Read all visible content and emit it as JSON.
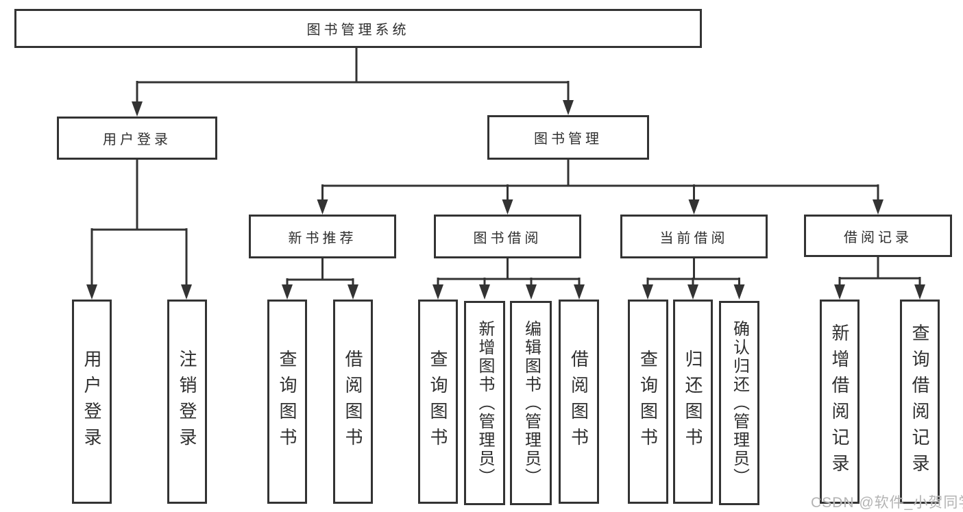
{
  "diagram": {
    "root": "图书管理系统",
    "level2": [
      {
        "label": "用户登录"
      },
      {
        "label": "图书管理"
      }
    ],
    "level3": [
      {
        "label": "新书推荐"
      },
      {
        "label": "图书借阅"
      },
      {
        "label": "当前借阅"
      },
      {
        "label": "借阅记录"
      }
    ],
    "leaves": [
      {
        "label": "用户登录"
      },
      {
        "label": "注销登录"
      },
      {
        "label": "查询图书"
      },
      {
        "label": "借阅图书"
      },
      {
        "label": "查询图书"
      },
      {
        "label": "新增图书（管理员）"
      },
      {
        "label": "编辑图书（管理员）"
      },
      {
        "label": "借阅图书"
      },
      {
        "label": "查询图书"
      },
      {
        "label": "归还图书"
      },
      {
        "label": "确认归还（管理员）"
      },
      {
        "label": "新增借阅记录"
      },
      {
        "label": "查询借阅记录"
      }
    ],
    "watermark": "CSDN @软件_小贺同学",
    "colors": {
      "line": "#333333",
      "text": "#2f2f2f",
      "box_background": "#ffffff",
      "watermark": "#b3b3b3"
    }
  }
}
